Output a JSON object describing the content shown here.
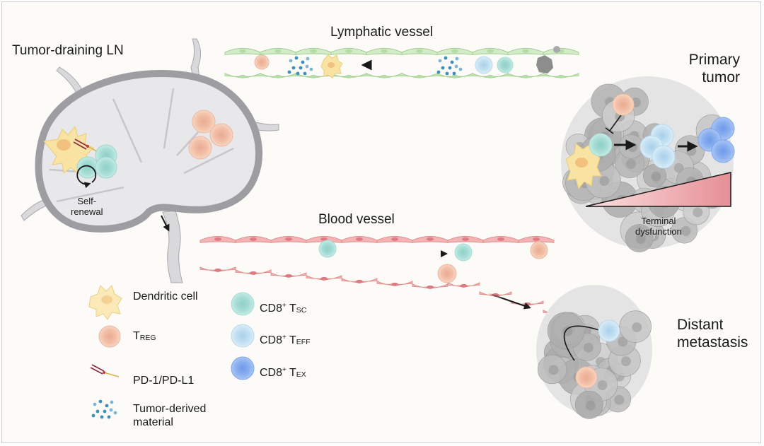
{
  "title_labels": {
    "lymph_node": "Tumor-draining LN",
    "lymphatic_vessel": "Lymphatic vessel",
    "primary_tumor": [
      "Primary",
      "tumor"
    ],
    "blood_vessel": "Blood vessel",
    "distant_metastasis": [
      "Distant",
      "metastasis"
    ]
  },
  "annotations": {
    "self_renewal": [
      "Self-",
      "renewal"
    ],
    "terminal_dysfunction": [
      "Terminal",
      "dysfunction"
    ]
  },
  "legend": {
    "dendritic_cell": "Dendritic cell",
    "treg": {
      "base": "T",
      "sub": "REG"
    },
    "pd1_pdl1": "PD-1/PD-L1",
    "tumor_material": [
      "Tumor-derived",
      "material"
    ],
    "cd8_tsc": {
      "base": "CD8",
      "sup": "+",
      "t": " T",
      "sub": "SC"
    },
    "cd8_teff": {
      "base": "CD8",
      "sup": "+",
      "t": " T",
      "sub": "EFF"
    },
    "cd8_tex": {
      "base": "CD8",
      "sup": "+",
      "t": " T",
      "sub": "EX"
    }
  },
  "colors": {
    "lymphatic": "#cfe8c6",
    "blood": "#f0aeae",
    "tsc": "#a8ddd6",
    "teff": "#c7e2f2",
    "tex": "#8fb3ef",
    "treg": "#f4c2a8",
    "dendritic": "#f8e3a3",
    "tumor": "#bdbdbd",
    "node": "#e6e6e8"
  }
}
